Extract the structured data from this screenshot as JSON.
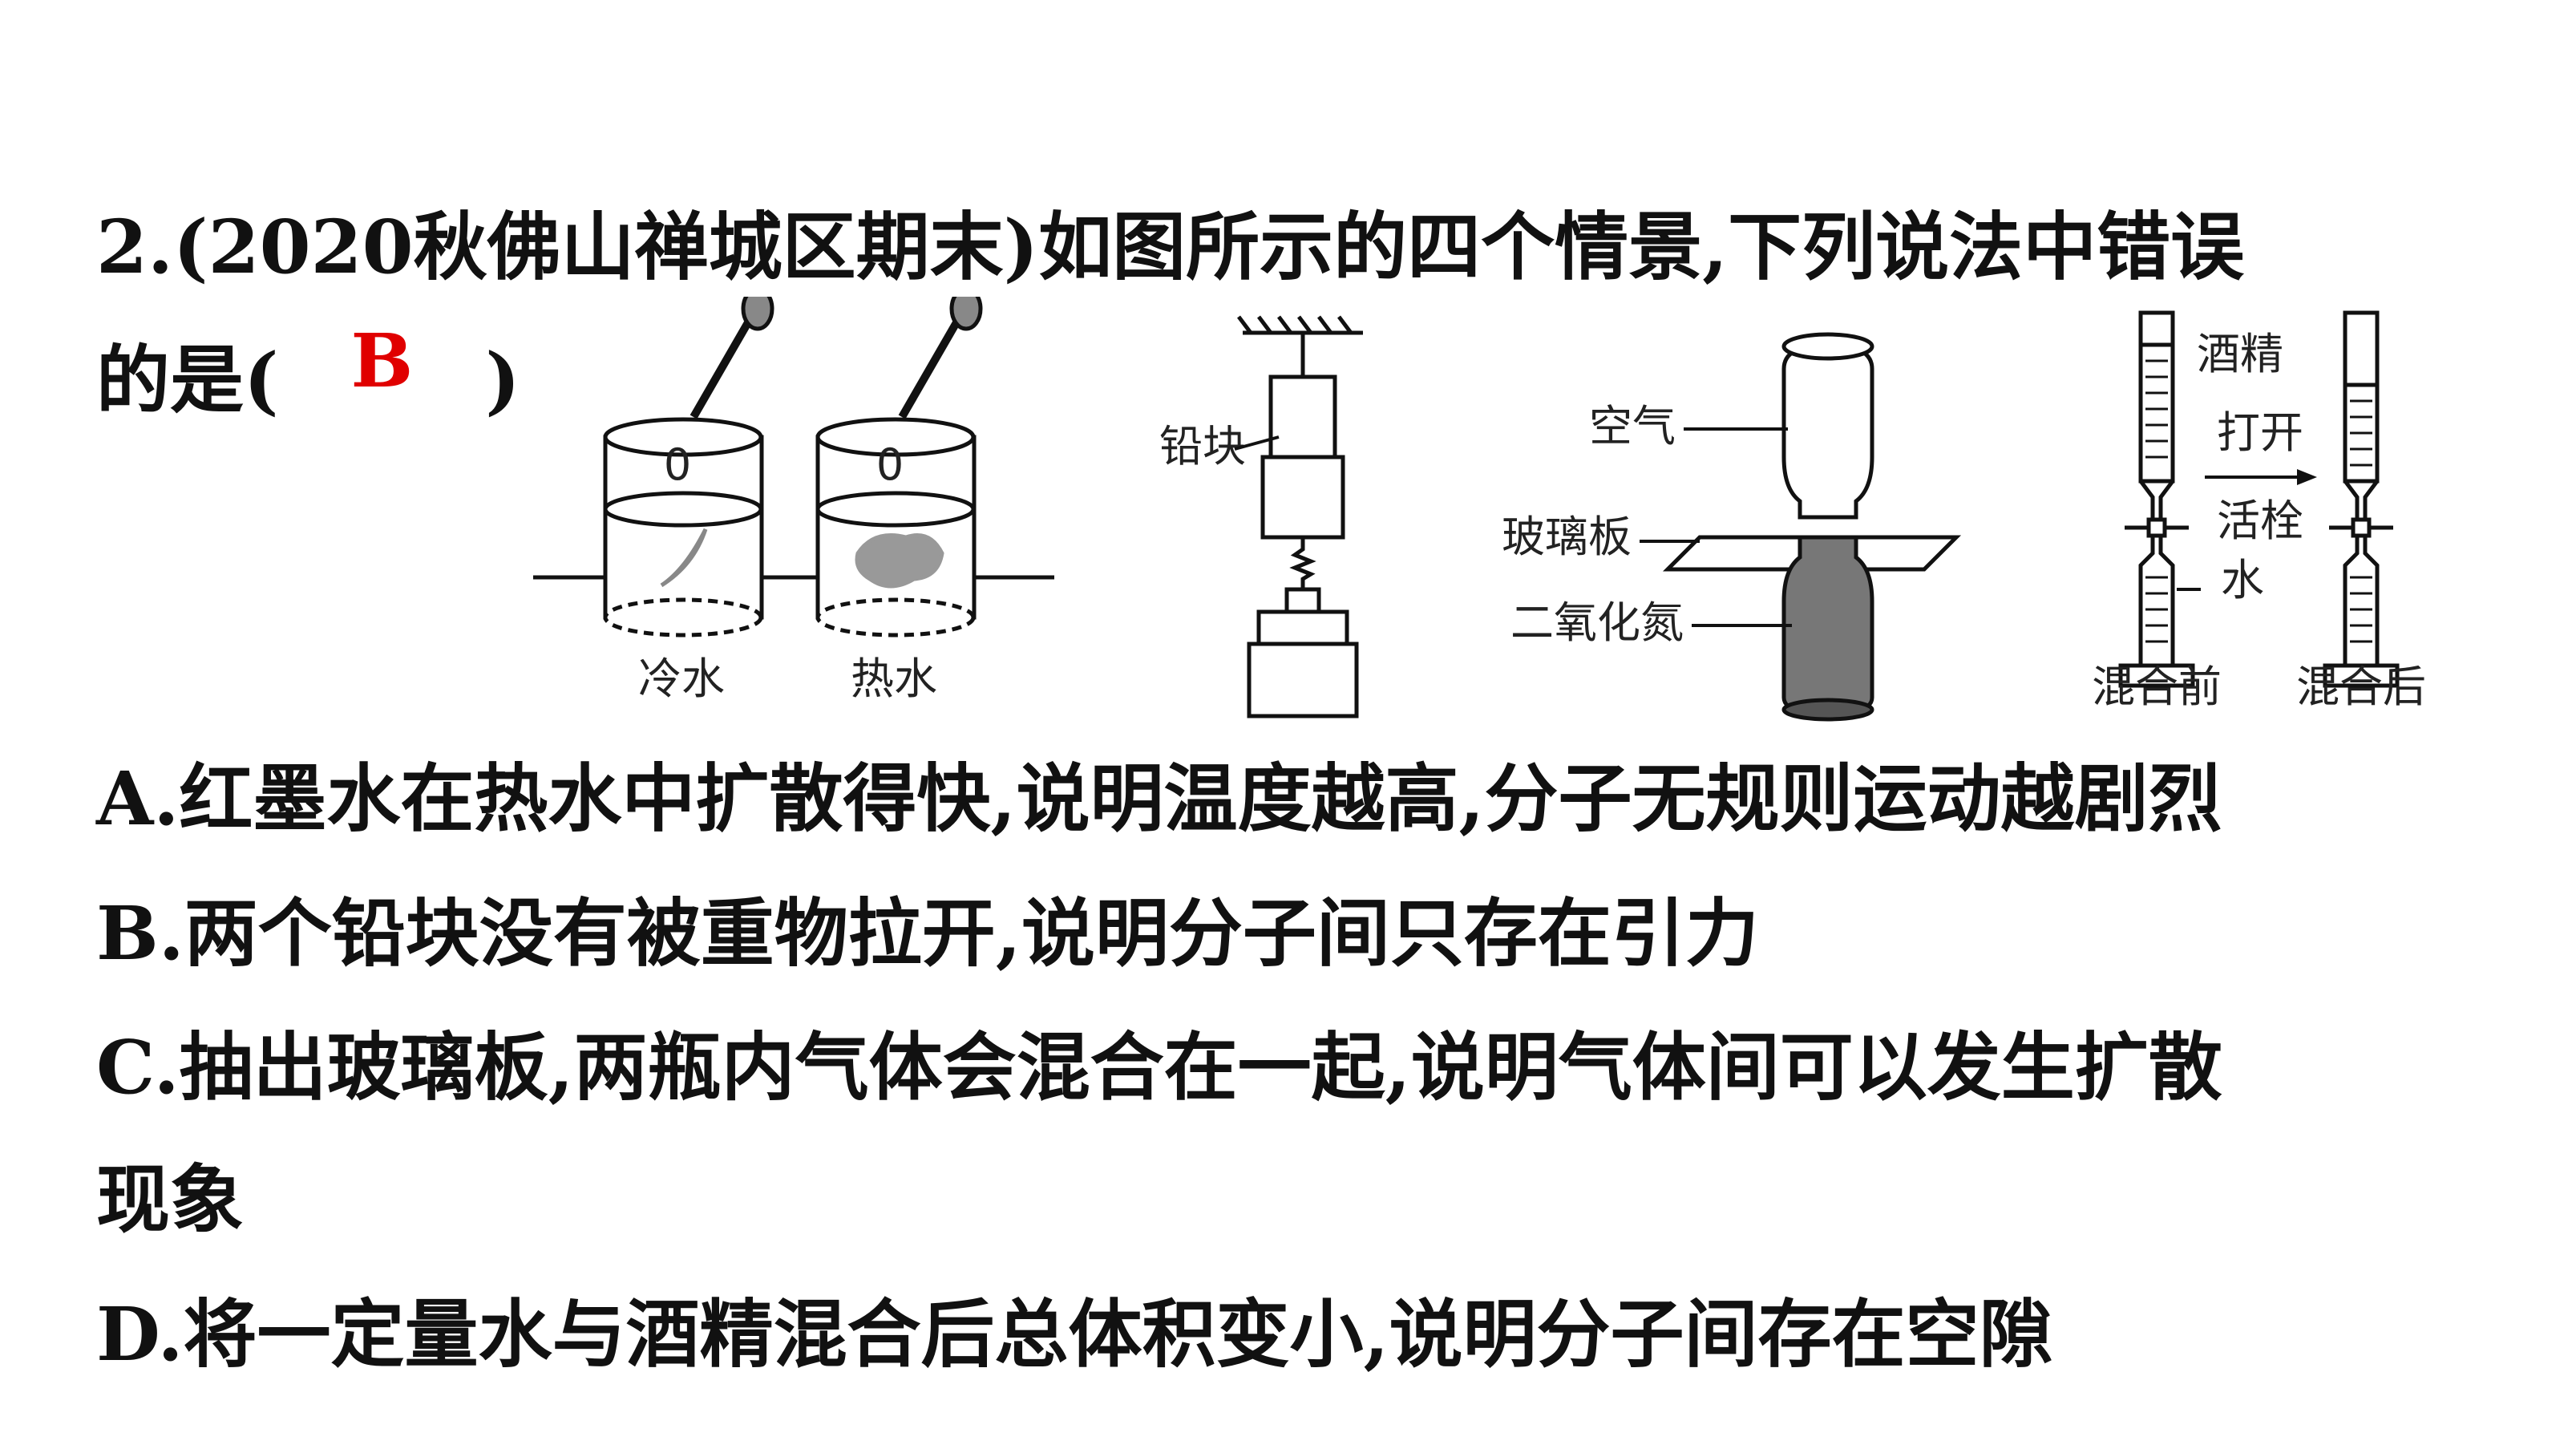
{
  "question": {
    "stem_line1": "2.(2020秋佛山禅城区期末)如图所示的四个情景,下列说法中错误",
    "stem_prefix": "的是(",
    "answer": "B",
    "stem_suffix": ")"
  },
  "figures": {
    "beaker_zero": "0",
    "cold_water": "冷水",
    "hot_water": "热水",
    "lead_block": "铅块",
    "air": "空气",
    "glass_plate": "玻璃板",
    "no2": "二氧化氮",
    "alcohol": "酒精",
    "open": "打开",
    "stopcock": "活栓",
    "water": "水",
    "before_mix": "混合前",
    "after_mix": "混合后"
  },
  "options": {
    "a": "A.红墨水在热水中扩散得快,说明温度越高,分子无规则运动越剧烈",
    "b": "B.两个铅块没有被重物拉开,说明分子间只存在引力",
    "c_line1": "C.抽出玻璃板,两瓶内气体会混合在一起,说明气体间可以发生扩散",
    "c_line2": "现象",
    "d": "D.将一定量水与酒精混合后总体积变小,说明分子间存在空隙"
  }
}
